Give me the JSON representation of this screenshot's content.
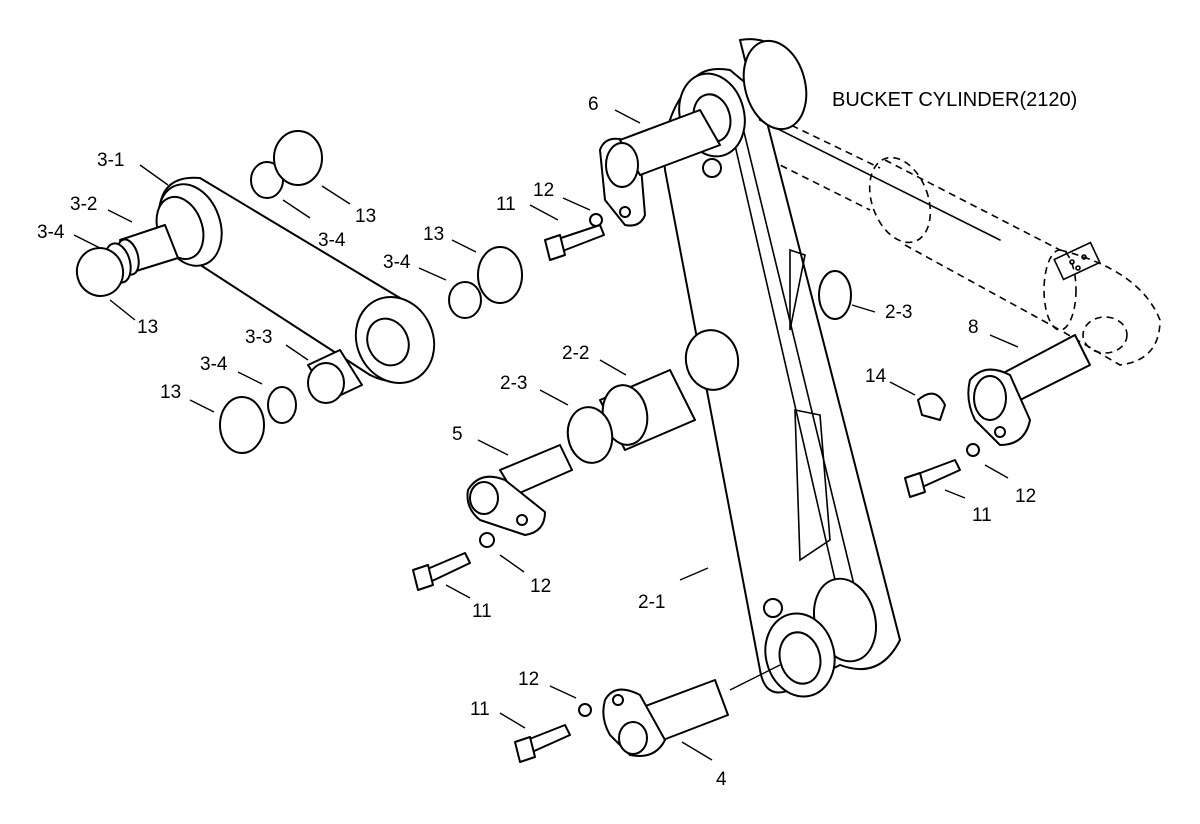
{
  "title": "BUCKET CYLINDER(2120)",
  "colors": {
    "line": "#000000",
    "background": "#ffffff"
  },
  "labels": {
    "l_2_1": "2-1",
    "l_2_2": "2-2",
    "l_2_3a": "2-3",
    "l_2_3b": "2-3",
    "l_3_1": "3-1",
    "l_3_2": "3-2",
    "l_3_3": "3-3",
    "l_3_4a": "3-4",
    "l_3_4b": "3-4",
    "l_3_4c": "3-4",
    "l_3_4d": "3-4",
    "l_4": "4",
    "l_5": "5",
    "l_6": "6",
    "l_8": "8",
    "l_11a": "11",
    "l_11b": "11",
    "l_11c": "11",
    "l_11d": "11",
    "l_12a": "12",
    "l_12b": "12",
    "l_12c": "12",
    "l_12d": "12",
    "l_13a": "13",
    "l_13b": "13",
    "l_13c": "13",
    "l_13d": "13",
    "l_14": "14"
  }
}
